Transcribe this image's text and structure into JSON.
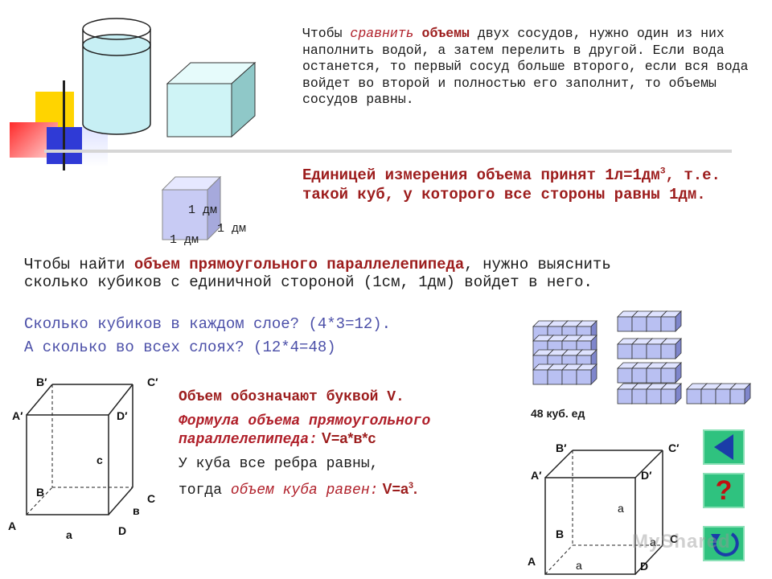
{
  "intro": {
    "t1": "Чтобы ",
    "em1": "сравнить",
    "t2": " ",
    "em2": "объемы",
    "t3": " двух сосудов, нужно один из них наполнить водой, а затем перелить в другой. Если вода останется, то первый сосуд больше второго, если вся вода войдет во второй и полностью его заполнит, то объемы сосудов равны."
  },
  "unit": {
    "t1": "Единицей измерения объема принят 1л=1дм",
    "sup": "3",
    "t2": ", т.е. такой куб, у которого все стороны равны 1дм."
  },
  "cube_labels": {
    "front": "1 дм",
    "side": "1 дм",
    "bottom": "1 дм"
  },
  "method": {
    "t1": "Чтобы найти ",
    "em": "объем прямоугольного параллелепипеда",
    "t2": ", нужно выяснить сколько кубиков с единичной стороной (1см, 1дм) войдет в него."
  },
  "questions": {
    "q1": "Сколько кубиков в каждом слое? (4*3=12).",
    "q2": "А сколько во всех слоях? (12*4=48)"
  },
  "cubes_caption": "48 куб. ед",
  "box1": {
    "B1": "B′",
    "C1": "C′",
    "A1": "A′",
    "D1": "D′",
    "c": "c",
    "B": "B",
    "C": "C",
    "v": "в",
    "A": "A",
    "a": "a",
    "D": "D"
  },
  "formula": {
    "l1": "Объем обозначают буквой V.",
    "l2_em": "Формула объема прямоугольного параллелепипеда:",
    "l2_f": " V=а*в*с",
    "l3": "У куба все ребра равны,",
    "l4_t": "тогда ",
    "l4_em": "объем куба равен:",
    "l4_f": " V=а",
    "l4_sup": "3",
    "l4_end": "."
  },
  "box2": {
    "B1": "B′",
    "C1": "C′",
    "A1": "A′",
    "D1": "D′",
    "a1": "a",
    "B": "B",
    "a2": "a",
    "C": "C",
    "A": "A",
    "a3": "a",
    "D": "D"
  },
  "nav": {
    "help": "?"
  },
  "watermark": "MyShared",
  "colors": {
    "accent_red": "#9c1c1c",
    "question_blue": "#4b4fa8",
    "nav_green": "#2fc27f"
  }
}
